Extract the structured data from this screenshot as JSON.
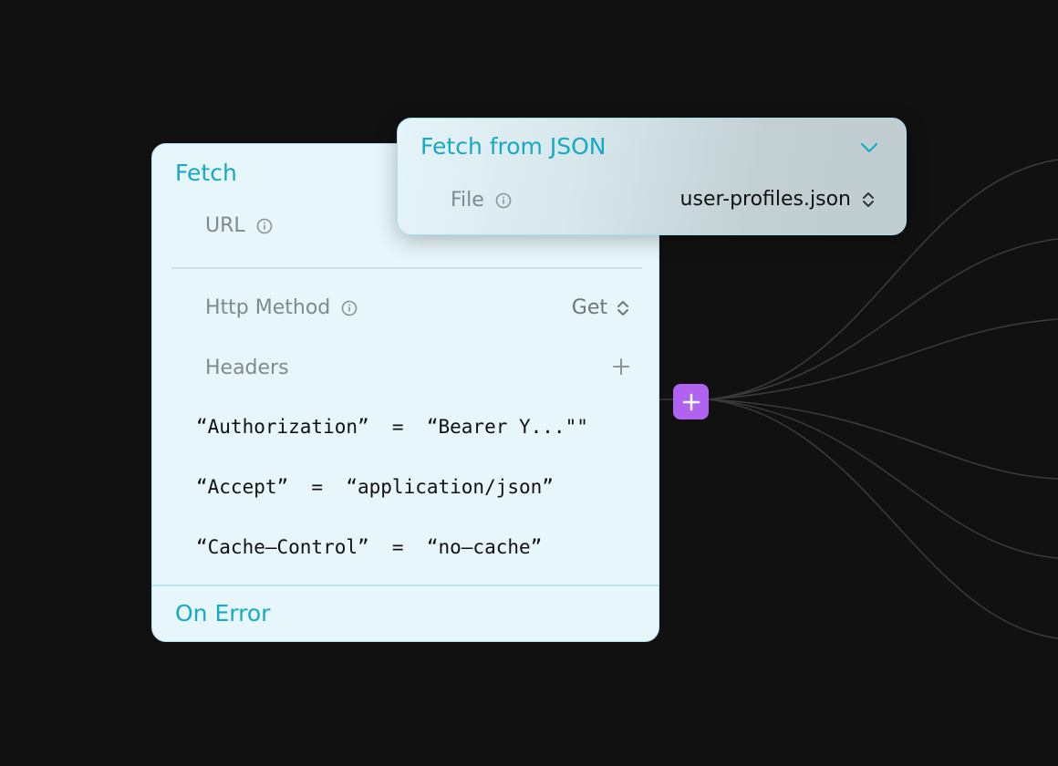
{
  "fetch_node": {
    "title": "Fetch",
    "url_label": "URL",
    "http_method_label": "Http Method",
    "http_method_value": "Get",
    "headers_label": "Headers",
    "headers": [
      "“Authorization”  =  “Bearer Y...\"\"",
      "“Accept”  =  “application/json”",
      "“Cache–Control”  =  “no–cache”"
    ],
    "on_error_label": "On Error"
  },
  "json_node": {
    "title": "Fetch from JSON",
    "file_label": "File",
    "file_value": "user-profiles.json"
  },
  "icons": {
    "info": "info-icon",
    "stepper": "chevron-up-down-icon",
    "add": "plus-icon",
    "collapse": "chevron-down-icon",
    "connector": "plus-icon"
  },
  "colors": {
    "background": "#111111",
    "card_background": "#e6f6fb",
    "accent": "#16a9c3",
    "connector": "#b063f0",
    "wire": "#3a3a3a"
  }
}
